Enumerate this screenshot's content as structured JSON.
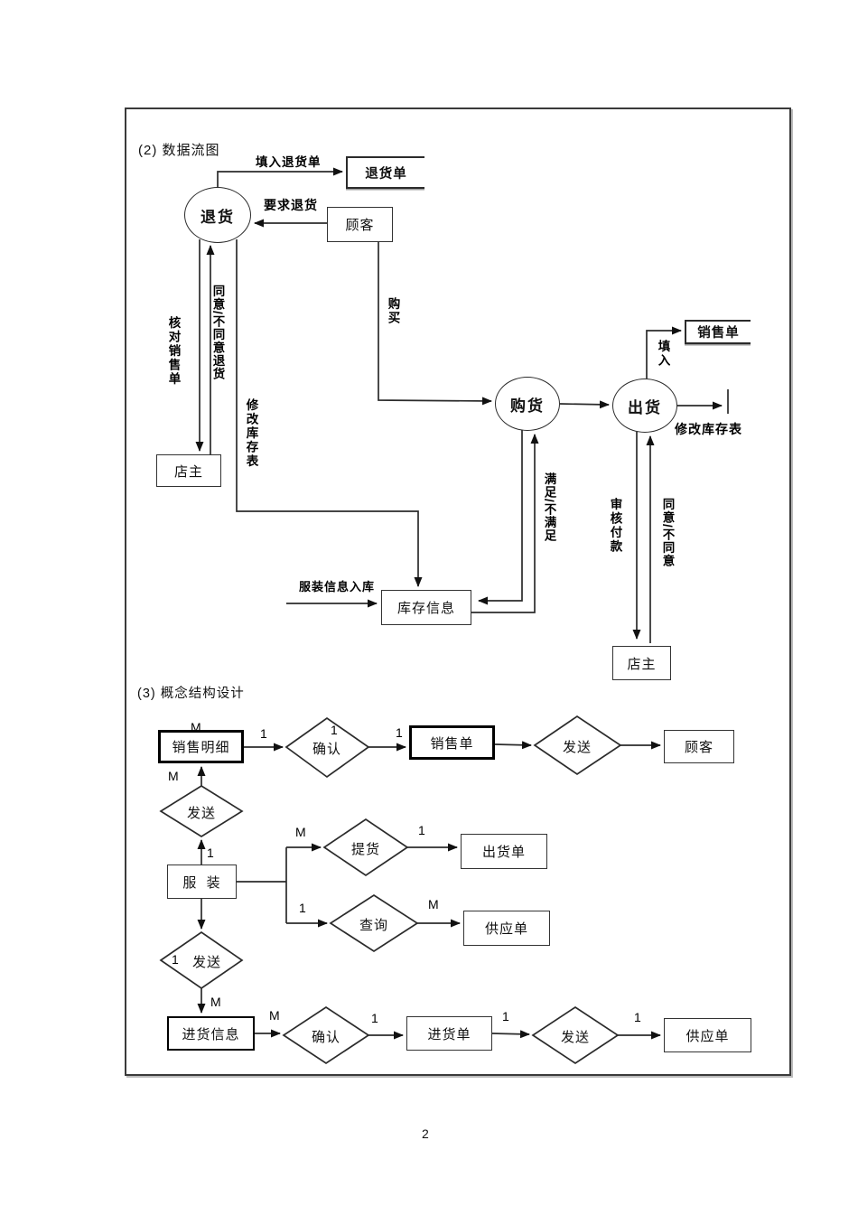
{
  "page": {
    "number": "2"
  },
  "dfd": {
    "title": "(2) 数据流图",
    "process_return": "退货",
    "process_buy": "购货",
    "process_ship": "出货",
    "entity_customer": "顾客",
    "entity_owner_left": "店主",
    "entity_owner_right": "店主",
    "store_return_order": "退货单",
    "store_sales_order": "销售单",
    "store_inventory": "库存信息",
    "labels": {
      "fill_return": "填入退货单",
      "request_return": "要求退货",
      "buy": "购买",
      "check_sales": "核对销售单",
      "agree_return": "同意/不同意退货",
      "modify_inventory_v": "修改库存表",
      "fill_in": "填入",
      "modify_inventory_h": "修改库存表",
      "clothing_in": "服装信息入库",
      "satisfy": "满足/不满足",
      "audit_payment": "审核付款",
      "agree": "同意/不同意"
    }
  },
  "erd": {
    "title": "(3) 概念结构设计",
    "entity_sales_detail": "销售明细",
    "entity_sales_order": "销售单",
    "entity_customer": "顾客",
    "entity_clothing": "服  装",
    "entity_ship_order": "出货单",
    "entity_supply_order_mid": "供应单",
    "entity_purchase_info": "进货信息",
    "entity_purchase_order": "进货单",
    "entity_supply_order_bottom": "供应单",
    "rel_confirm_top": "确认",
    "rel_send_top": "发送",
    "rel_send_upper": "发送",
    "rel_pick": "提货",
    "rel_query": "查询",
    "rel_send_lower": "发送",
    "rel_confirm_bottom": "确认",
    "rel_send_bottom": "发送",
    "card": {
      "sales_detail_top_m": "M",
      "detail_confirm_1": "1",
      "confirm_inner_1": "1",
      "before_sales_order_1": "1",
      "send_upper_m": "M",
      "clothing_send_1": "1",
      "pick_m": "M",
      "pick_ship_1": "1",
      "query_1": "1",
      "query_supply_m": "M",
      "send_lower_inner_1": "1",
      "send_lower_m": "M",
      "purchase_info_m": "M",
      "confirm2_1": "1",
      "purchase_order_1": "1",
      "send_bottom_1": "1"
    }
  }
}
